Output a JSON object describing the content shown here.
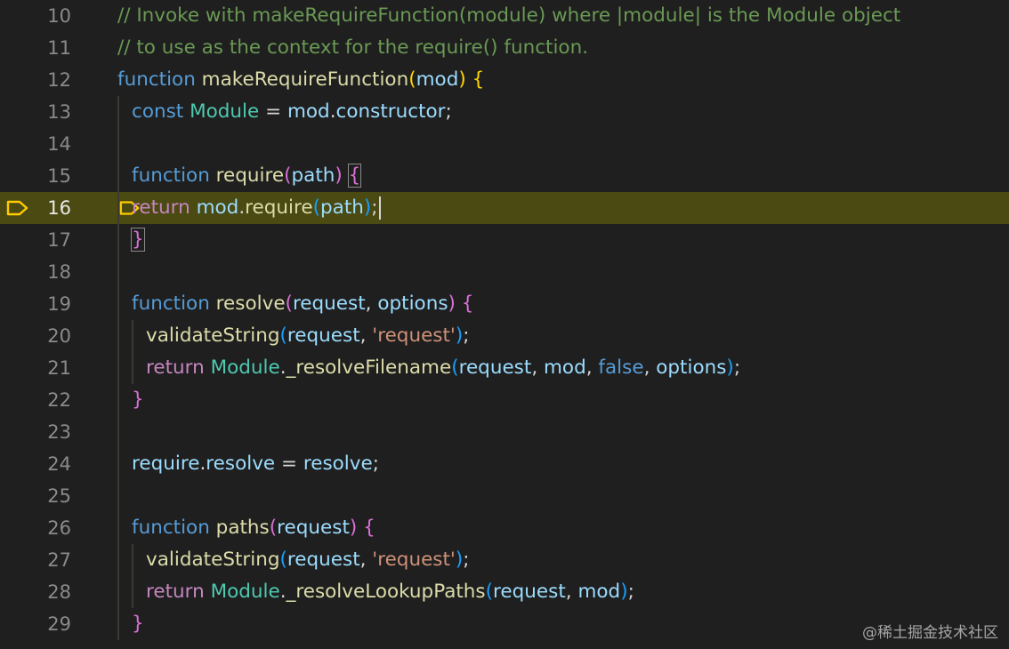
{
  "colors": {
    "background": "#1f1f1f",
    "current_line": "#4b4a12",
    "comment": "#6a9955",
    "keyword": "#569cd6",
    "control": "#c586c0",
    "function": "#dcdcaa",
    "variable": "#9cdcfe",
    "type": "#4ec9b0",
    "string": "#ce9178",
    "bracket_gold": "#ffd700",
    "bracket_purple": "#da70d6",
    "bracket_blue": "#179fff",
    "breakpoint": "#ffcc00"
  },
  "editor": {
    "current_line": 16,
    "breakpoint_line": 16,
    "lines": [
      {
        "n": "10",
        "indent": 0,
        "tokens": [
          {
            "t": "// Invoke with makeRequireFunction(module) where |module| is the Module object",
            "c": "comment"
          }
        ]
      },
      {
        "n": "11",
        "indent": 0,
        "tokens": [
          {
            "t": "// to use as the context for the require() function.",
            "c": "comment"
          }
        ]
      },
      {
        "n": "12",
        "indent": 0,
        "tokens": [
          {
            "t": "function ",
            "c": "keyword"
          },
          {
            "t": "makeRequireFunction",
            "c": "function"
          },
          {
            "t": "(",
            "c": "bracket_gold"
          },
          {
            "t": "mod",
            "c": "variable"
          },
          {
            "t": ") ",
            "c": "bracket_gold"
          },
          {
            "t": "{",
            "c": "bracket_gold"
          }
        ]
      },
      {
        "n": "13",
        "indent": 1,
        "tokens": [
          {
            "t": "const ",
            "c": "keyword"
          },
          {
            "t": "Module",
            "c": "type"
          },
          {
            "t": " = ",
            "c": "plain"
          },
          {
            "t": "mod",
            "c": "variable"
          },
          {
            "t": ".",
            "c": "plain"
          },
          {
            "t": "constructor",
            "c": "variable"
          },
          {
            "t": ";",
            "c": "plain"
          }
        ]
      },
      {
        "n": "14",
        "indent": 0,
        "tokens": []
      },
      {
        "n": "15",
        "indent": 1,
        "tokens": [
          {
            "t": "function ",
            "c": "keyword"
          },
          {
            "t": "require",
            "c": "function"
          },
          {
            "t": "(",
            "c": "bracket_purple"
          },
          {
            "t": "path",
            "c": "variable"
          },
          {
            "t": ") ",
            "c": "bracket_purple"
          },
          {
            "t": "{",
            "c": "bracket_purple",
            "box": true
          }
        ]
      },
      {
        "n": "16",
        "indent": 1,
        "breakpoint_inline": true,
        "tokens": [
          {
            "t": "return ",
            "c": "control"
          },
          {
            "t": "mod",
            "c": "variable"
          },
          {
            "t": ".",
            "c": "plain"
          },
          {
            "t": "require",
            "c": "function"
          },
          {
            "t": "(",
            "c": "bracket_blue"
          },
          {
            "t": "path",
            "c": "variable"
          },
          {
            "t": ")",
            "c": "bracket_blue"
          },
          {
            "t": ";",
            "c": "plain",
            "cursor": true
          }
        ]
      },
      {
        "n": "17",
        "indent": 1,
        "tokens": [
          {
            "t": "}",
            "c": "bracket_purple",
            "box": true
          }
        ]
      },
      {
        "n": "18",
        "indent": 0,
        "tokens": []
      },
      {
        "n": "19",
        "indent": 1,
        "tokens": [
          {
            "t": "function ",
            "c": "keyword"
          },
          {
            "t": "resolve",
            "c": "function"
          },
          {
            "t": "(",
            "c": "bracket_purple"
          },
          {
            "t": "request",
            "c": "variable"
          },
          {
            "t": ", ",
            "c": "plain"
          },
          {
            "t": "options",
            "c": "variable"
          },
          {
            "t": ") ",
            "c": "bracket_purple"
          },
          {
            "t": "{",
            "c": "bracket_purple"
          }
        ]
      },
      {
        "n": "20",
        "indent": 2,
        "tokens": [
          {
            "t": "validateString",
            "c": "function"
          },
          {
            "t": "(",
            "c": "bracket_blue"
          },
          {
            "t": "request",
            "c": "variable"
          },
          {
            "t": ", ",
            "c": "plain"
          },
          {
            "t": "'request'",
            "c": "string"
          },
          {
            "t": ")",
            "c": "bracket_blue"
          },
          {
            "t": ";",
            "c": "plain"
          }
        ]
      },
      {
        "n": "21",
        "indent": 2,
        "tokens": [
          {
            "t": "return ",
            "c": "control"
          },
          {
            "t": "Module",
            "c": "type"
          },
          {
            "t": ".",
            "c": "plain"
          },
          {
            "t": "_resolveFilename",
            "c": "function"
          },
          {
            "t": "(",
            "c": "bracket_blue"
          },
          {
            "t": "request",
            "c": "variable"
          },
          {
            "t": ", ",
            "c": "plain"
          },
          {
            "t": "mod",
            "c": "variable"
          },
          {
            "t": ", ",
            "c": "plain"
          },
          {
            "t": "false",
            "c": "keyword"
          },
          {
            "t": ", ",
            "c": "plain"
          },
          {
            "t": "options",
            "c": "variable"
          },
          {
            "t": ")",
            "c": "bracket_blue"
          },
          {
            "t": ";",
            "c": "plain"
          }
        ]
      },
      {
        "n": "22",
        "indent": 1,
        "tokens": [
          {
            "t": "}",
            "c": "bracket_purple"
          }
        ]
      },
      {
        "n": "23",
        "indent": 0,
        "tokens": []
      },
      {
        "n": "24",
        "indent": 1,
        "tokens": [
          {
            "t": "require",
            "c": "variable"
          },
          {
            "t": ".",
            "c": "plain"
          },
          {
            "t": "resolve",
            "c": "variable"
          },
          {
            "t": " = ",
            "c": "plain"
          },
          {
            "t": "resolve",
            "c": "variable"
          },
          {
            "t": ";",
            "c": "plain"
          }
        ]
      },
      {
        "n": "25",
        "indent": 0,
        "tokens": []
      },
      {
        "n": "26",
        "indent": 1,
        "tokens": [
          {
            "t": "function ",
            "c": "keyword"
          },
          {
            "t": "paths",
            "c": "function"
          },
          {
            "t": "(",
            "c": "bracket_purple"
          },
          {
            "t": "request",
            "c": "variable"
          },
          {
            "t": ") ",
            "c": "bracket_purple"
          },
          {
            "t": "{",
            "c": "bracket_purple"
          }
        ]
      },
      {
        "n": "27",
        "indent": 2,
        "tokens": [
          {
            "t": "validateString",
            "c": "function"
          },
          {
            "t": "(",
            "c": "bracket_blue"
          },
          {
            "t": "request",
            "c": "variable"
          },
          {
            "t": ", ",
            "c": "plain"
          },
          {
            "t": "'request'",
            "c": "string"
          },
          {
            "t": ")",
            "c": "bracket_blue"
          },
          {
            "t": ";",
            "c": "plain"
          }
        ]
      },
      {
        "n": "28",
        "indent": 2,
        "tokens": [
          {
            "t": "return ",
            "c": "control"
          },
          {
            "t": "Module",
            "c": "type"
          },
          {
            "t": ".",
            "c": "plain"
          },
          {
            "t": "_resolveLookupPaths",
            "c": "function"
          },
          {
            "t": "(",
            "c": "bracket_blue"
          },
          {
            "t": "request",
            "c": "variable"
          },
          {
            "t": ", ",
            "c": "plain"
          },
          {
            "t": "mod",
            "c": "variable"
          },
          {
            "t": ")",
            "c": "bracket_blue"
          },
          {
            "t": ";",
            "c": "plain"
          }
        ]
      },
      {
        "n": "29",
        "indent": 1,
        "tokens": [
          {
            "t": "}",
            "c": "bracket_purple"
          }
        ]
      }
    ]
  },
  "watermark": "@稀土掘金技术社区",
  "icons": {
    "gutter": "breakpoint-arrow-icon",
    "inline": "inline-breakpoint-icon"
  }
}
